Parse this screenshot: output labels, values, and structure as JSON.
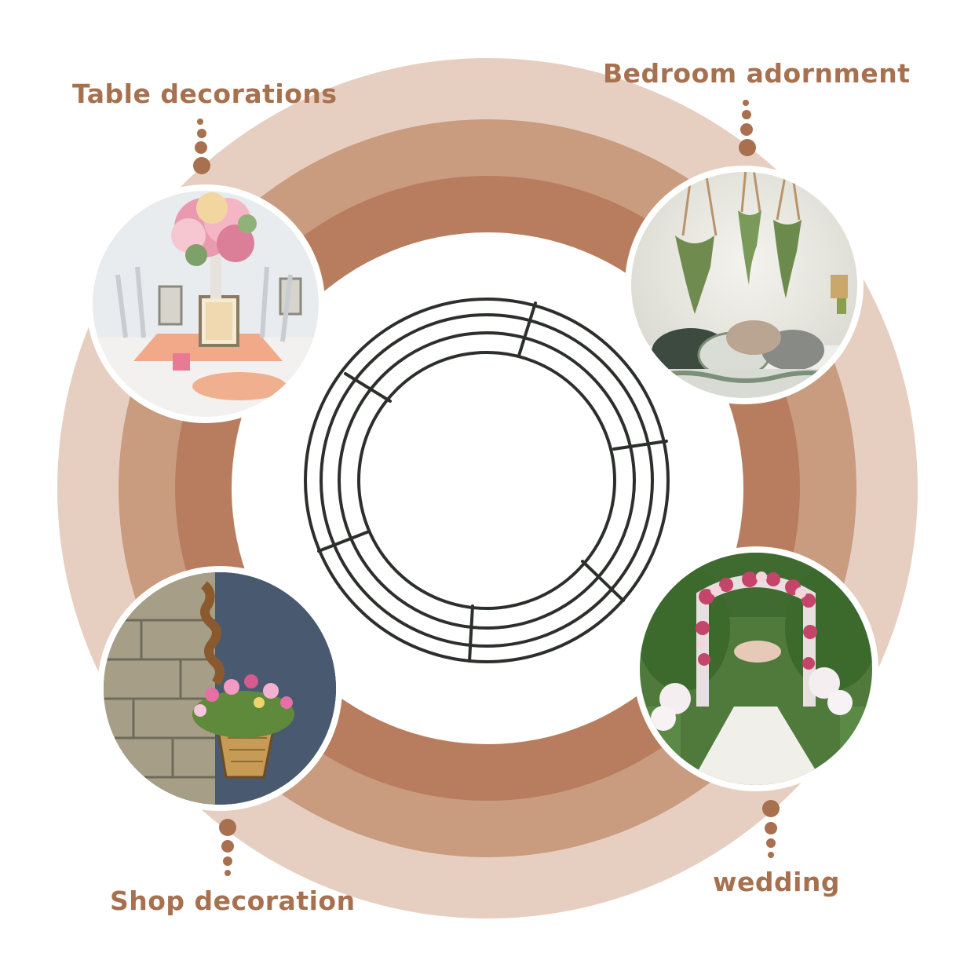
{
  "labels": {
    "table": "Table decorations",
    "bedroom": "Bedroom adornment",
    "shop": "Shop decoration",
    "wedding": "wedding"
  },
  "colors": {
    "ring_outer": "#e6cfc1",
    "ring_middle": "#c99c80",
    "ring_inner": "#b87d5e",
    "dots": "#a8704f",
    "label_text": "#a7714f",
    "wire_frame": "#2c302c"
  },
  "icons": {
    "product": "wire-wreath-frame-icon",
    "scene_table": "table-centerpiece-photo",
    "scene_bedroom": "hanging-plants-photo",
    "scene_shop": "hanging-basket-photo",
    "scene_wedding": "floral-arch-photo"
  }
}
